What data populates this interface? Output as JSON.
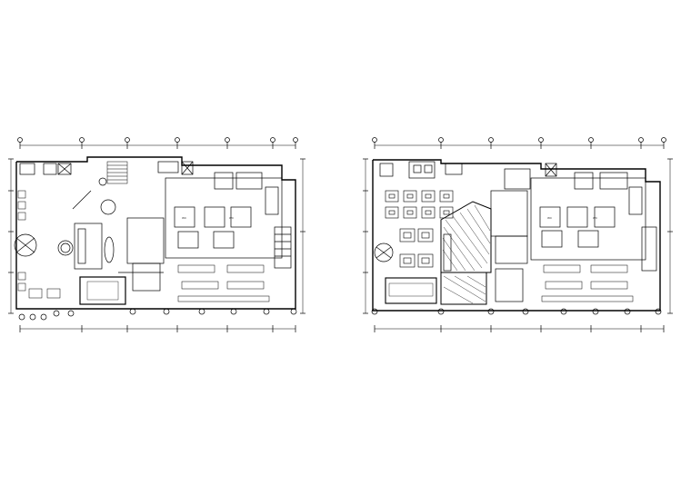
{
  "drawing": {
    "background_color": "#ffffff",
    "line_color": "#000000",
    "plans": [
      {
        "key": "left",
        "description_label": ""
      },
      {
        "key": "right",
        "description_label": ""
      }
    ],
    "small_labels": [
      "WC",
      "WC",
      "WC",
      "WC"
    ]
  }
}
